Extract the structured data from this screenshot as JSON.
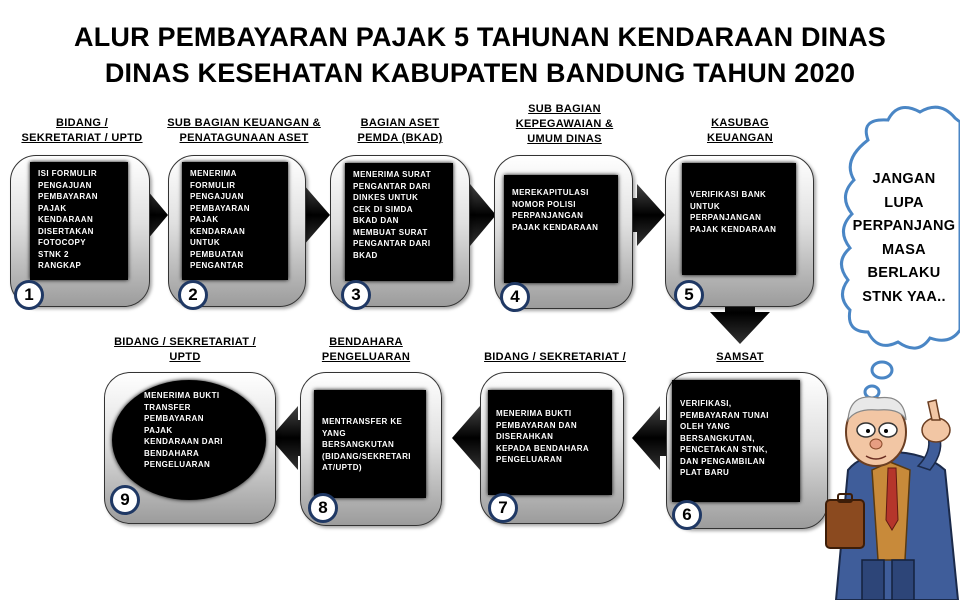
{
  "title": {
    "line1": "ALUR PEMBAYARAN PAJAK 5 TAHUNAN KENDARAAN DINAS",
    "line2": "DINAS KESEHATAN KABUPATEN BANDUNG TAHUN 2020"
  },
  "steps": [
    {
      "number": "1",
      "heading": "BIDANG /\nSEKRETARIAT / UPTD",
      "text": "ISI FORMULIR\nPENGAJUAN\nPEMBAYARAN\nPAJAK\nKENDARAAN\nDISERTAKAN\nFOTOCOPY\nSTNK 2\nRANGKAP"
    },
    {
      "number": "2",
      "heading": "SUB BAGIAN KEUANGAN &\nPENATAGUNAAN ASET",
      "text": "MENERIMA\nFORMULIR\nPENGAJUAN\nPEMBAYARAN\nPAJAK\nKENDARAAN\nUNTUK\nPEMBUATAN\nPENGANTAR"
    },
    {
      "number": "3",
      "heading": "BAGIAN ASET\nPEMDA (BKAD)",
      "text": "MENERIMA SURAT\nPENGANTAR DARI\nDINKES UNTUK\nCEK DI SIMDA\nBKAD DAN\nMEMBUAT SURAT\nPENGANTAR DARI\nBKAD"
    },
    {
      "number": "4",
      "heading": "SUB BAGIAN\nKEPEGAWAIAN &\nUMUM DINAS",
      "text": "MEREKAPITULASI\nNOMOR POLISI\nPERPANJANGAN\nPAJAK KENDARAAN"
    },
    {
      "number": "5",
      "heading": "KASUBAG\nKEUANGAN",
      "text": "VERIFIKASI BANK\nUNTUK\nPERPANJANGAN\nPAJAK KENDARAAN"
    },
    {
      "number": "6",
      "heading": "SAMSAT",
      "text": "VERIFIKASI,\nPEMBAYARAN TUNAI\nOLEH YANG\nBERSANGKUTAN,\nPENCETAKAN STNK,\nDAN PENGAMBILAN\nPLAT BARU"
    },
    {
      "number": "7",
      "heading": "BIDANG / SEKRETARIAT /\nUPTD",
      "text": "MENERIMA BUKTI\nPEMBAYARAN DAN\nDISERAHKAN\nKEPADA BENDAHARA\nPENGELUARAN"
    },
    {
      "number": "8",
      "heading": "BENDAHARA\nPENGELUARAN",
      "text": "MENTRANSFER KE\nYANG\nBERSANGKUTAN\n(BIDANG/SEKRETARI\nAT/UPTD)"
    },
    {
      "number": "9",
      "heading": "BIDANG / SEKRETARIAT /\nUPTD",
      "text": "MENERIMA BUKTI\nTRANSFER\nPEMBAYARAN\nPAJAK\nKENDARAAN DARI\nBENDAHARA\nPENGELUARAN"
    }
  ],
  "reminder": {
    "lines": [
      "JANGAN",
      "LUPA",
      "PERPANJANG",
      "MASA",
      "BERLAKU",
      "STNK YAA.."
    ]
  },
  "colors": {
    "box_fill": "#000000",
    "number_ring": "#1f3864",
    "arrow": "#111111"
  }
}
